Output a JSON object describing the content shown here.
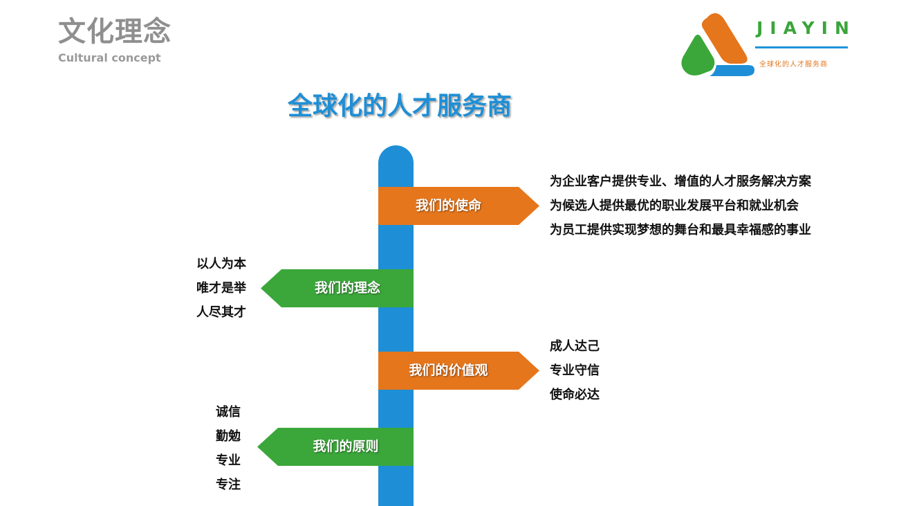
{
  "header": {
    "title_cn": "文化理念",
    "title_en": "Cultural concept"
  },
  "logo": {
    "brand": "JIAYIN",
    "tagline": "全球化的人才服务商"
  },
  "headline": "全球化的人才服务商",
  "mission": {
    "label": "我们的使命",
    "lines": [
      "为企业客户提供专业、增值的人才服务解决方案",
      "为候选人提供最优的职业发展平台和就业机会",
      "为员工提供实现梦想的舞台和最具幸福感的事业"
    ]
  },
  "philosophy": {
    "label": "我们的理念",
    "lines": [
      "以人为本",
      "唯才是举",
      "人尽其才"
    ]
  },
  "values": {
    "label": "我们的价值观",
    "lines": [
      "成人达己",
      "专业守信",
      "使命必达"
    ]
  },
  "principles": {
    "label": "我们的原则",
    "lines": [
      "诚信",
      "勤勉",
      "专业",
      "专注"
    ]
  },
  "colors": {
    "blue": "#1e8fd6",
    "orange": "#e5761c",
    "green": "#3ba73a",
    "gray": "#8f8f8f"
  }
}
